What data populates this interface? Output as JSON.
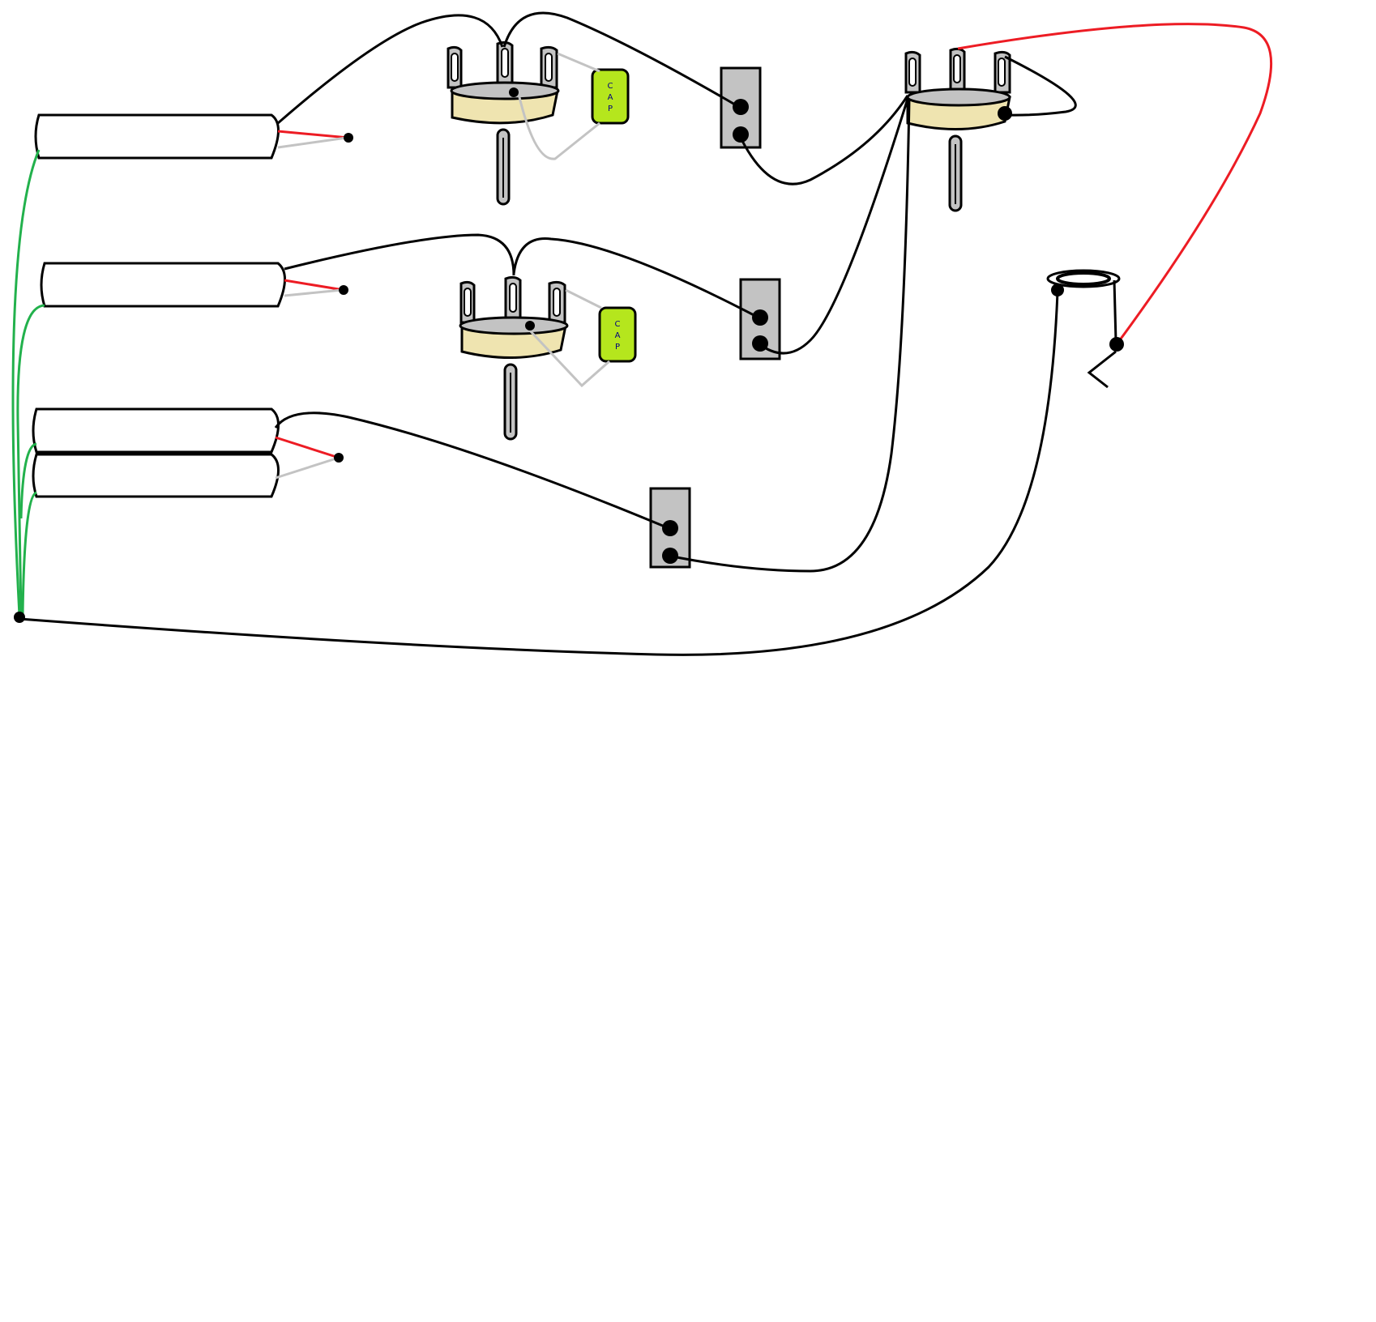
{
  "diagram": {
    "type": "guitar-wiring-schematic",
    "colors": {
      "background": "#ffffff",
      "wire_black": "#000000",
      "wire_red": "#ed1c24",
      "wire_gray": "#c3c3c3",
      "wire_green": "#22b14c",
      "pot_body": "#efe4b0",
      "pot_top": "#c3c3c3",
      "capacitor": "#b5e61d",
      "switch_body": "#c3c3c3"
    },
    "components": {
      "pickups": [
        "pickup-1",
        "pickup-2",
        "humbucker"
      ],
      "tone_pots": [
        "tone-pot-1",
        "tone-pot-2"
      ],
      "volume_pot": "volume-pot",
      "switches": [
        "switch-1",
        "switch-2",
        "switch-3"
      ],
      "capacitors": [
        "cap-1",
        "cap-2"
      ],
      "output": "output-jack",
      "ground": "ground-node"
    },
    "cap_label_1": [
      "C",
      "A",
      "P"
    ],
    "cap_label_2": [
      "C",
      "A",
      "P"
    ]
  }
}
